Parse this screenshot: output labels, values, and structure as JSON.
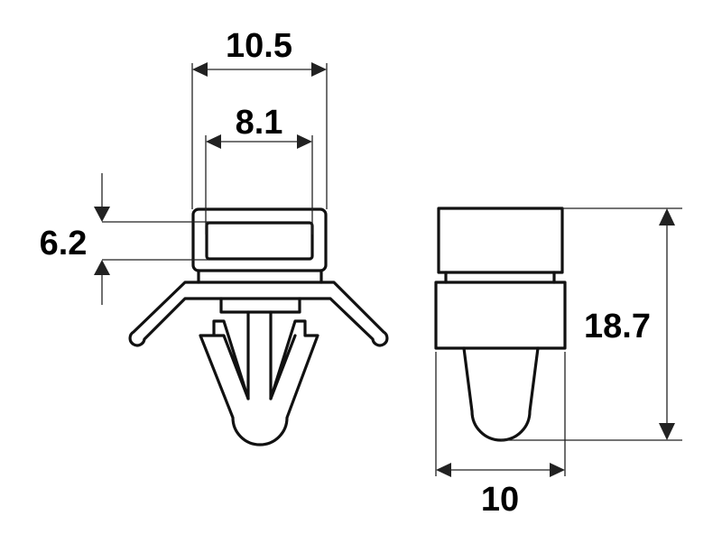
{
  "drawing": {
    "subject": "push-in cable tie mount clip, two views",
    "views": [
      {
        "name": "front-view",
        "label": ""
      },
      {
        "name": "side-view",
        "label": ""
      }
    ],
    "dimensions": {
      "overall_width_top": "10.5",
      "inner_slot_width": "8.1",
      "slot_height": "6.2",
      "overall_height": "18.7",
      "base_width": "10"
    },
    "units": "",
    "colors": {
      "line": "#111111",
      "background": "#ffffff"
    }
  }
}
